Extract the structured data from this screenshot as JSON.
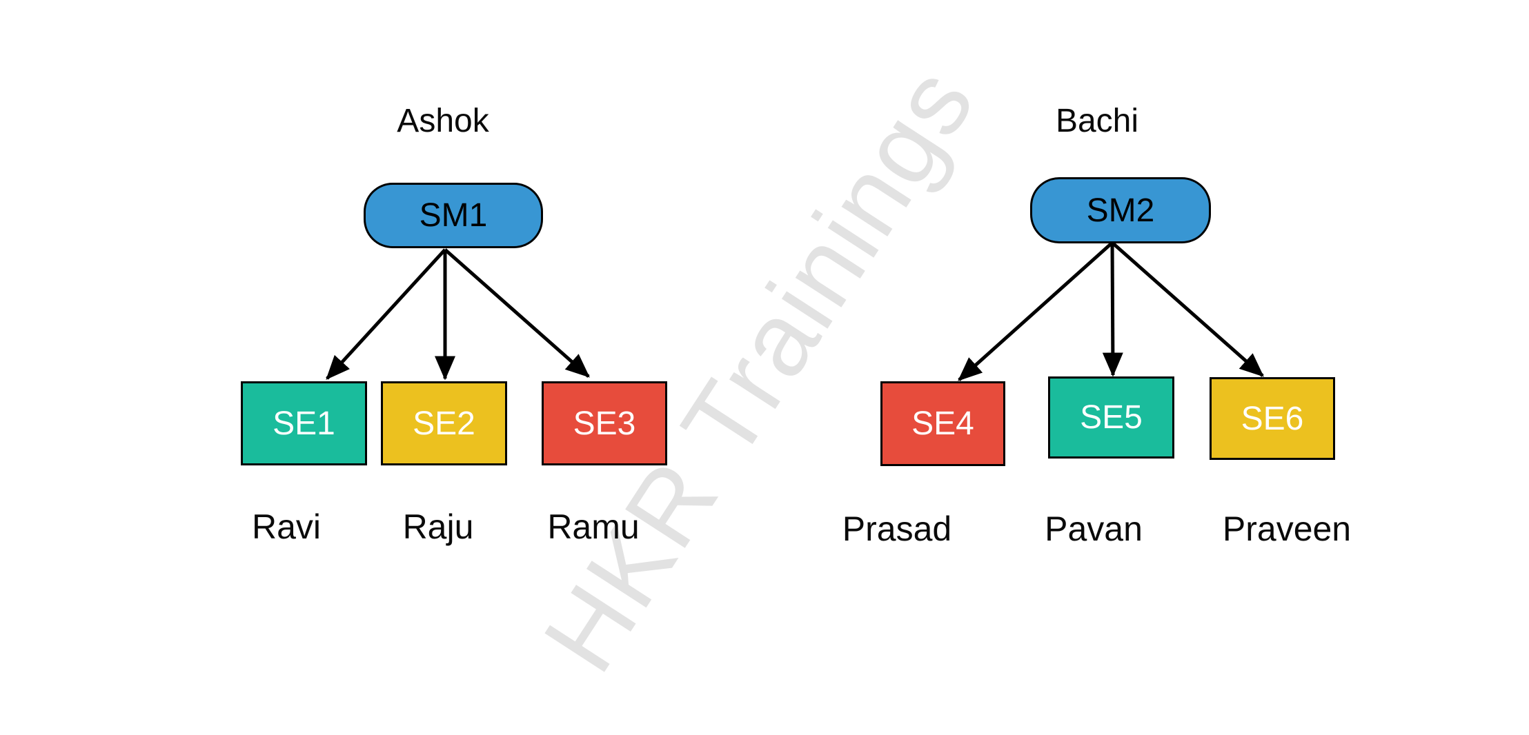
{
  "watermark": {
    "text": "HKR Trainings",
    "color": "#e2e2e2"
  },
  "trees": [
    {
      "manager_name": "Ashok",
      "root": {
        "label": "SM1",
        "color": "#3896d3"
      },
      "children": [
        {
          "label": "SE1",
          "color": "#1abc9c",
          "person_name": "Ravi"
        },
        {
          "label": "SE2",
          "color": "#ecc11f",
          "person_name": "Raju"
        },
        {
          "label": "SE3",
          "color": "#e74c3c",
          "person_name": "Ramu"
        }
      ]
    },
    {
      "manager_name": "Bachi",
      "root": {
        "label": "SM2",
        "color": "#3896d3"
      },
      "children": [
        {
          "label": "SE4",
          "color": "#e74c3c",
          "person_name": "Prasad"
        },
        {
          "label": "SE5",
          "color": "#1abc9c",
          "person_name": "Pavan"
        },
        {
          "label": "SE6",
          "color": "#ecc11f",
          "person_name": "Praveen"
        }
      ]
    }
  ],
  "connector_color": "#000000"
}
